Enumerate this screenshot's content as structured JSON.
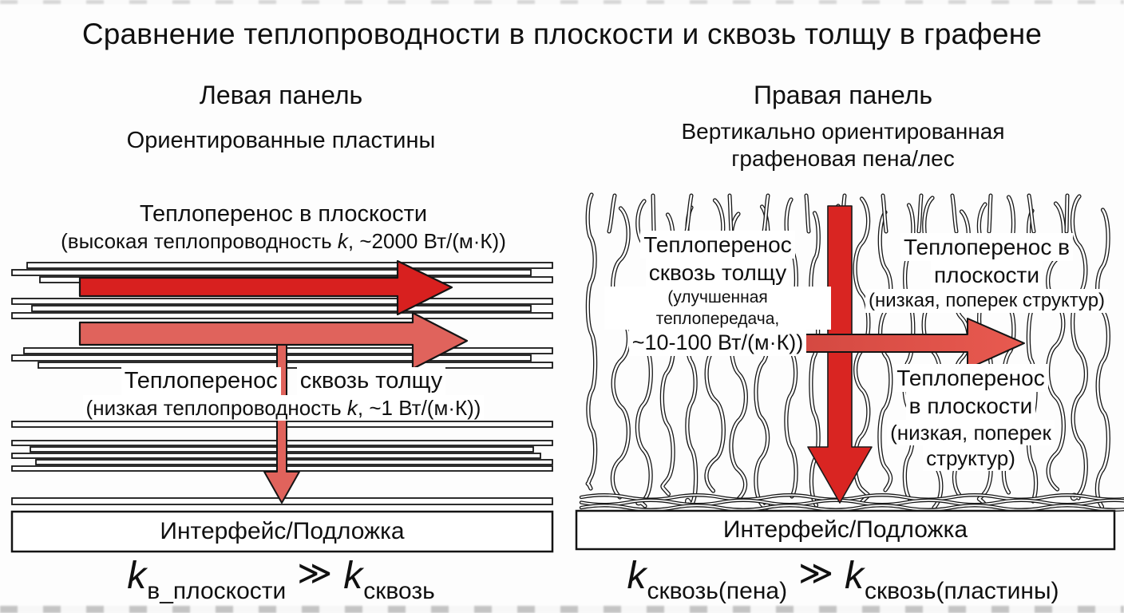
{
  "title": "Сравнение теплопроводности в плоскости и сквозь толщу в графене",
  "colors": {
    "arrow_dark": "#d8201f",
    "arrow_light": "#e0635c",
    "arrow_red": "#d92522",
    "h_grad_start": "#c93f39",
    "h_grad_end": "#e85a50",
    "outline": "#141414"
  },
  "left_panel": {
    "title": "Левая панель",
    "subtitle": "Ориентированные пластины",
    "in_plane": {
      "line1": "Теплоперенос в плоскости",
      "line2_pre": "(высокая теплопроводность ",
      "k": "k",
      "line2_post": ", ~2000 Вт/(м·К))"
    },
    "through": {
      "word1": "Теплоперенос",
      "word2": "сквозь толщу",
      "line2_pre": "(низкая теплопроводность ",
      "k": "k",
      "line2_post": ", ~1 Вт/(м·К))"
    },
    "substrate": "Интерфейс/Подложка"
  },
  "right_panel": {
    "title": "Правая панель",
    "subtitle1": "Вертикально ориентированная",
    "subtitle2": "графеновая пена/лес",
    "through": {
      "line1": "Теплоперенос",
      "line2": "сквозь толщу",
      "line3": "(улучшенная теплопередача,",
      "line4": "~10-100 Вт/(м·К))"
    },
    "in_plane_top": {
      "line1": "Теплоперенос в",
      "line2": "плоскости",
      "line3": "(низкая, поперек структур)"
    },
    "in_plane_bottom": {
      "line1": "Теплоперенос",
      "line2": "в плоскости",
      "line3": "(низкая, поперек",
      "line4": "структур)"
    },
    "substrate": "Интерфейс/Подложка"
  },
  "formulas": {
    "left": {
      "k1": "k",
      "sub1": "в_плоскости",
      "op": "≫",
      "k2": "k",
      "sub2": "сквозь"
    },
    "right": {
      "k1": "k",
      "sub1": "сквозь(пена)",
      "op": "≫",
      "k2": "k",
      "sub2": "сквозь(пластины)"
    }
  }
}
